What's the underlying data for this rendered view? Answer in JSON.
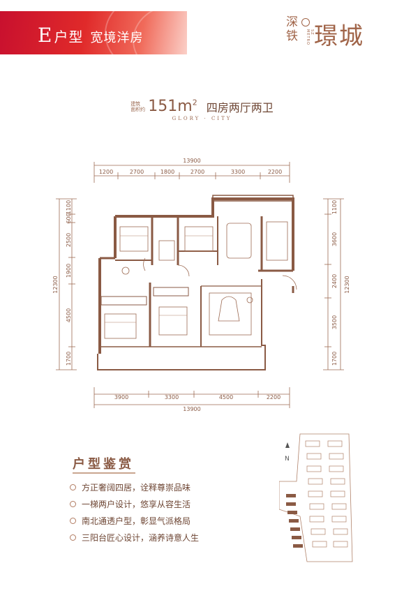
{
  "banner": {
    "type_letter": "E",
    "type_label": "户型",
    "subtitle": "宽境洋房"
  },
  "logo": {
    "line1a": "深",
    "line1b": "铁",
    "name": "璟城",
    "vertical": "SZ METRO"
  },
  "unit": {
    "area_label_1": "建筑",
    "area_label_2": "面积约",
    "area_value": "151m",
    "area_sup": "2",
    "description": "四房两厅两卫",
    "english": "GLORY · CITY"
  },
  "dims": {
    "top_total": "13900",
    "top": [
      "1200",
      "2700",
      "1800",
      "2700",
      "3300",
      "2200"
    ],
    "bottom": [
      "3900",
      "3300",
      "4500",
      "2200"
    ],
    "bottom_total": "13900",
    "left_total": "12300",
    "left": [
      "1100",
      "600",
      "2500",
      "1900",
      "4500",
      "1700"
    ],
    "right_total": "12300",
    "right": [
      "1100",
      "3600",
      "2400",
      "3500",
      "1700"
    ]
  },
  "features": {
    "title": "户型鉴赏",
    "items": [
      "方正奢阔四居，诠释尊崇品味",
      "一梯两户设计，悠享从容生活",
      "南北通透户型，彰显气派格局",
      "三阳台匠心设计，涵养诗意人生"
    ]
  },
  "site": {
    "north": "N"
  },
  "colors": {
    "accent": "#8a5a44",
    "banner": "#d81e2a",
    "wall": "#8a5a44"
  }
}
